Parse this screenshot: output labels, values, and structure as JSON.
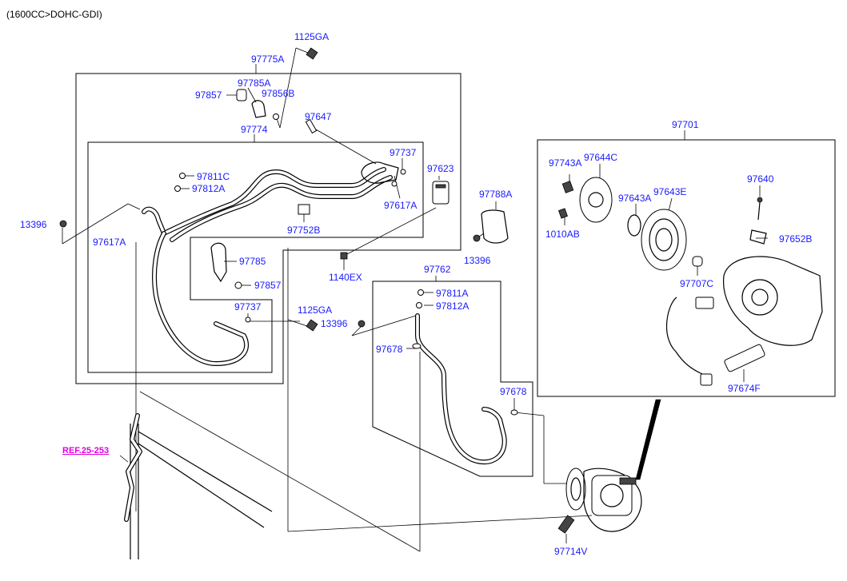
{
  "header": {
    "engine_spec": "(1600CC>DOHC-GDI)"
  },
  "reference": {
    "label": "REF.25-253"
  },
  "parts": {
    "p1125GA_top": "1125GA",
    "p97775A": "97775A",
    "p97785A": "97785A",
    "p97857_top": "97857",
    "p97856B": "97856B",
    "p97647": "97647",
    "p97774": "97774",
    "p97737_top": "97737",
    "p97623": "97623",
    "p97811C": "97811C",
    "p97812A_top": "97812A",
    "p97617A_right": "97617A",
    "p97752B": "97752B",
    "p13396_left": "13396",
    "p97617A_left": "97617A",
    "p97785": "97785",
    "p97857_mid": "97857",
    "p97737_mid": "97737",
    "p1125GA_mid": "1125GA",
    "p1140EX": "1140EX",
    "p97788A": "97788A",
    "p13396_right": "13396",
    "p13396_mid": "13396",
    "p97762": "97762",
    "p97811A": "97811A",
    "p97812A_mid": "97812A",
    "p97678_left": "97678",
    "p97678_right": "97678",
    "p97714V": "97714V",
    "p97701": "97701",
    "p97743A": "97743A",
    "p97644C": "97644C",
    "p97640": "97640",
    "p97643A": "97643A",
    "p97643E": "97643E",
    "p1010AB": "1010AB",
    "p97652B": "97652B",
    "p97707C": "97707C",
    "p97674F": "97674F"
  },
  "colors": {
    "label": "#1a1aff",
    "reference": "#e000e0",
    "line": "#000000"
  }
}
